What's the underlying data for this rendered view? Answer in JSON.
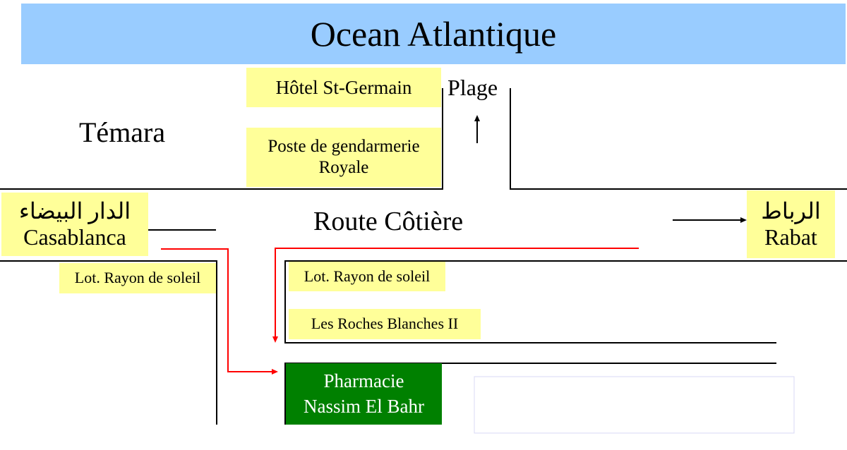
{
  "title": "Ocean Atlantique",
  "colors": {
    "banner": "#99ccff",
    "label": "#ffff99",
    "pharmacy": "#008000",
    "route": "#ff0000"
  },
  "labels": {
    "hotel": "Hôtel St-Germain",
    "gendarmerie_line1": "Poste de gendarmerie",
    "gendarmerie_line2": "Royale",
    "plage": "Plage",
    "temara": "Témara",
    "road": "Route Côtière",
    "casablanca_ar": "الدار البيضاء",
    "casablanca": "Casablanca",
    "rabat_ar": "الرباط",
    "rabat": "Rabat",
    "lot_left": "Lot. Rayon de soleil",
    "lot_right": "Lot. Rayon de soleil",
    "roches": "Les Roches Blanches II",
    "pharmacy_line1": "Pharmacie",
    "pharmacy_line2": "Nassim El Bahr"
  }
}
